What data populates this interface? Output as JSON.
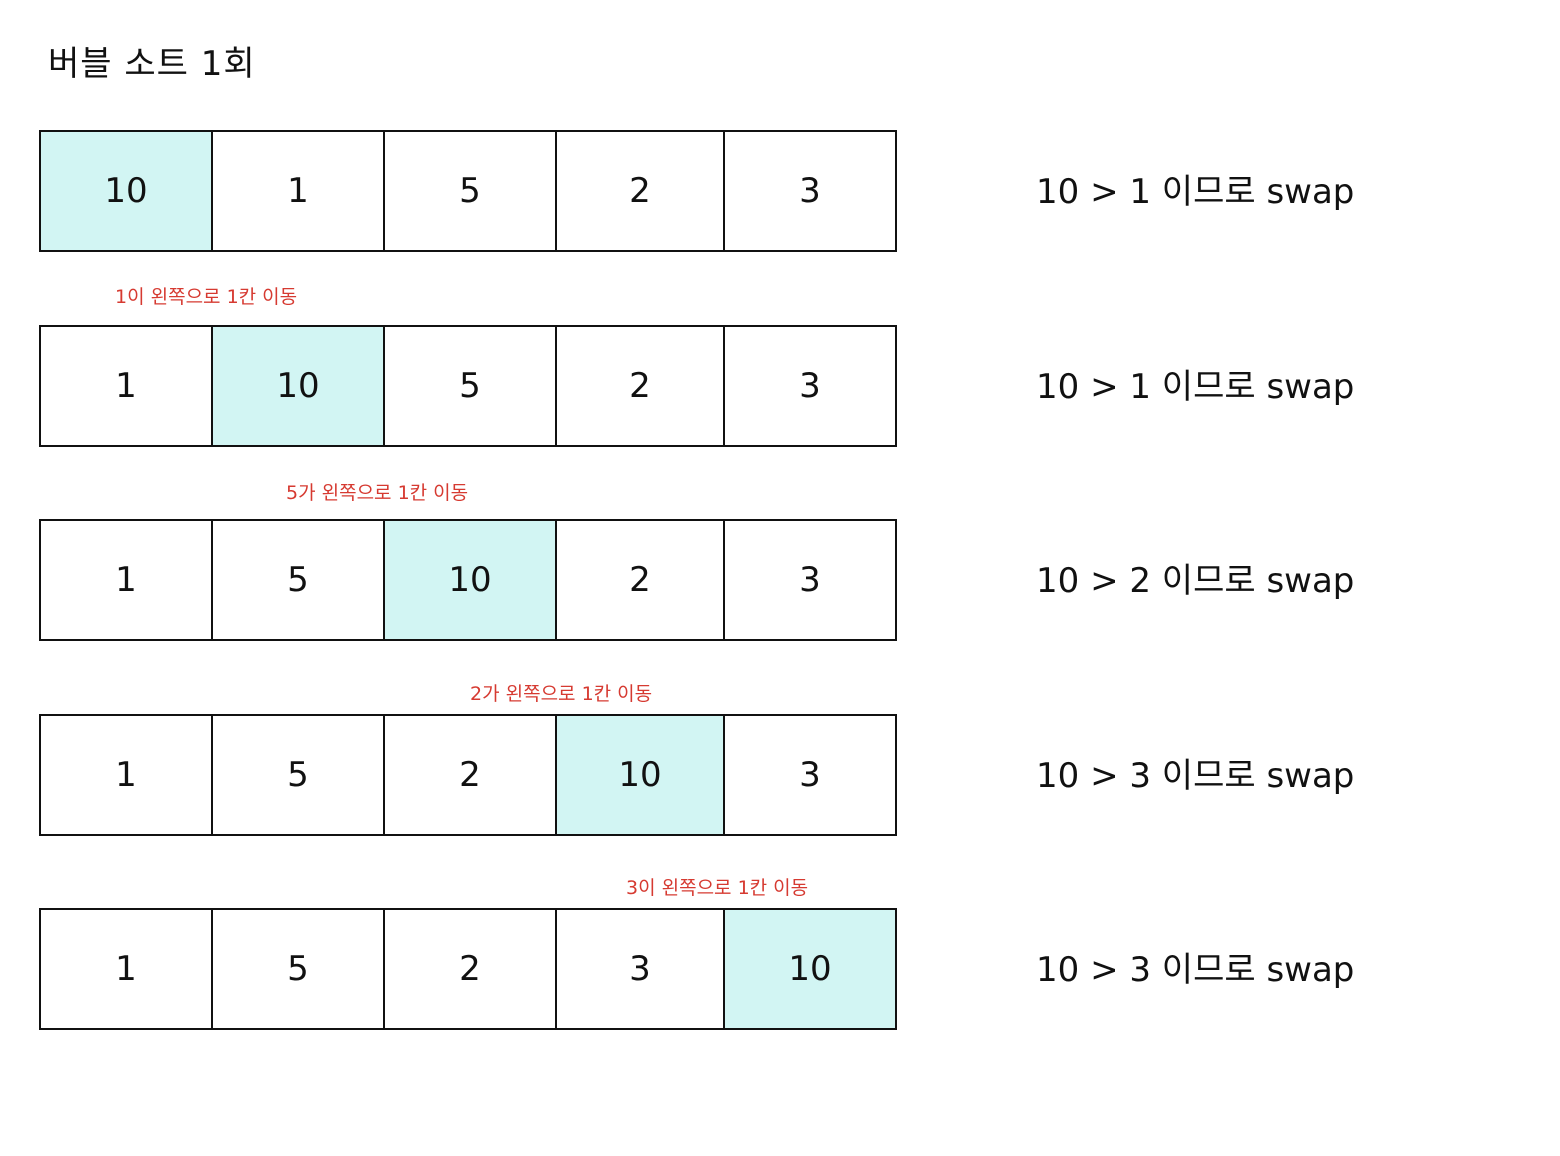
{
  "title": "버블 소트 1회",
  "colors": {
    "highlight": "#d2f5f3",
    "note": "#d63a31",
    "border": "#111111"
  },
  "steps": [
    {
      "note": "",
      "cells": [
        "10",
        "1",
        "5",
        "2",
        "3"
      ],
      "highlight_index": 0,
      "desc": "10 > 1 이므로 swap"
    },
    {
      "note": "1이 왼쪽으로 1칸 이동",
      "cells": [
        "1",
        "10",
        "5",
        "2",
        "3"
      ],
      "highlight_index": 1,
      "desc": "10 > 1 이므로 swap"
    },
    {
      "note": "5가 왼쪽으로 1칸 이동",
      "cells": [
        "1",
        "5",
        "10",
        "2",
        "3"
      ],
      "highlight_index": 2,
      "desc": "10 > 2 이므로 swap"
    },
    {
      "note": "2가 왼쪽으로 1칸 이동",
      "cells": [
        "1",
        "5",
        "2",
        "10",
        "3"
      ],
      "highlight_index": 3,
      "desc": "10 > 3 이므로 swap"
    },
    {
      "note": "3이 왼쪽으로 1칸 이동",
      "cells": [
        "1",
        "5",
        "2",
        "3",
        "10"
      ],
      "highlight_index": 4,
      "desc": "10 > 3 이므로 swap"
    }
  ]
}
